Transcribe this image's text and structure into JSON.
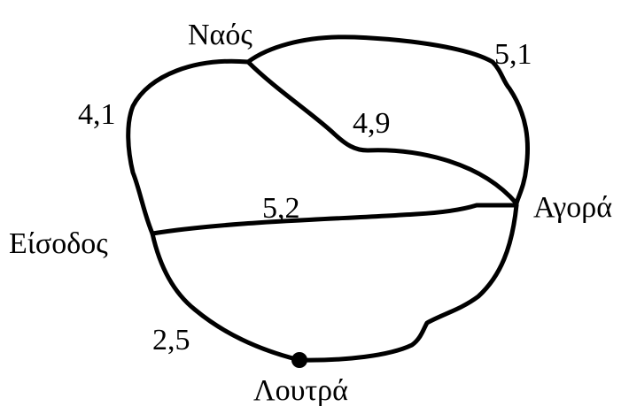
{
  "colors": {
    "stroke": "#000000",
    "background": "#ffffff"
  },
  "nodes": {
    "temple": "Ναός",
    "market": "Αγορά",
    "entrance": "Είσοδος",
    "baths": "Λουτρά"
  },
  "edges": {
    "entrance_temple": "4,1",
    "temple_market": "5,1",
    "temple_market_inner": "4,9",
    "entrance_market": "5,2",
    "entrance_baths": "2,5"
  }
}
